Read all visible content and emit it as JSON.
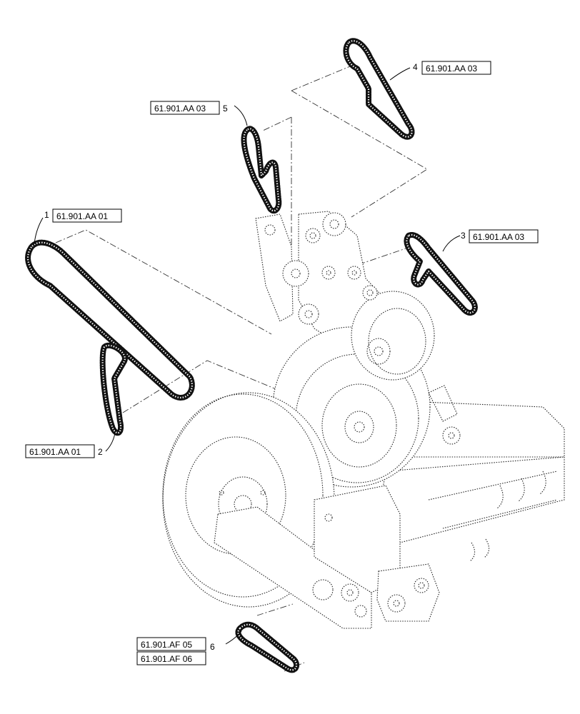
{
  "callouts": [
    {
      "num": "1",
      "refs": [
        "61.901.AA 01"
      ]
    },
    {
      "num": "2",
      "refs": [
        "61.901.AA 01"
      ]
    },
    {
      "num": "3",
      "refs": [
        "61.901.AA 03"
      ]
    },
    {
      "num": "4",
      "refs": [
        "61.901.AA 03"
      ]
    },
    {
      "num": "5",
      "refs": [
        "61.901.AA 03"
      ]
    },
    {
      "num": "6",
      "refs": [
        "61.901.AF 05",
        "61.901.AF 06"
      ]
    }
  ]
}
